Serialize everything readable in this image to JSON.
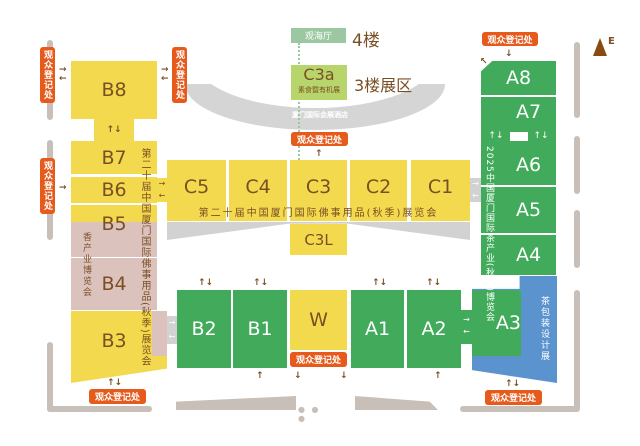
{
  "registration_label": "观众登记处",
  "compass": {
    "label": "E"
  },
  "floors": {
    "f4_room": "观海厅",
    "f4_label": "4楼",
    "c3a": "C3a",
    "c3a_sub": "素食暨有机展",
    "f3_label": "3楼展区"
  },
  "hotel": "厦门国际会展酒店",
  "halls": {
    "B8": "B8",
    "B7": "B7",
    "B6": "B6",
    "B5": "B5",
    "B4": "B4",
    "B3": "B3",
    "B2": "B2",
    "B1": "B1",
    "W": "W",
    "C5": "C5",
    "C4": "C4",
    "C3": "C3",
    "C2": "C2",
    "C1": "C1",
    "C3L": "C3L",
    "A1": "A1",
    "A2": "A2",
    "A3": "A3",
    "A4": "A4",
    "A5": "A5",
    "A6": "A6",
    "A7": "A7",
    "A8": "A8"
  },
  "exhibitions": {
    "buddhist_v": "第二十届中国厦门国际佛事用品(秋季)展览会",
    "buddhist_h": "第二十届中国厦门国际佛事用品(秋季)展览会",
    "incense": "香产业博览会",
    "tea": "2025中国厦门国际茶产业(秋季)博览会",
    "tea_pack": "茶包装设计展"
  },
  "colors": {
    "yellow": "#f3d94e",
    "green": "#42ab5b",
    "pink": "#dcc2bd",
    "blue": "#5b93cf",
    "orange": "#e65a1c"
  }
}
